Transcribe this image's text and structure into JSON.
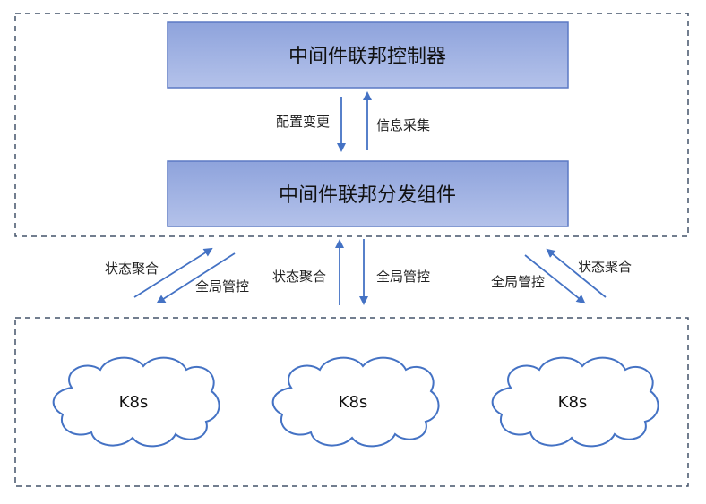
{
  "controller": {
    "label": "中间件联邦控制器"
  },
  "dispatcher": {
    "label": "中间件联邦分发组件"
  },
  "inner_arrows": {
    "down_label": "配置变更",
    "up_label": "信息采集"
  },
  "cross_arrows": {
    "left": {
      "up_label": "状态聚合",
      "down_label": "全局管控"
    },
    "middle": {
      "up_label": "状态聚合",
      "down_label": "全局管控"
    },
    "right": {
      "up_label": "状态聚合",
      "down_label": "全局管控"
    }
  },
  "clusters": [
    {
      "label": "K8s"
    },
    {
      "label": "K8s"
    },
    {
      "label": "K8s"
    }
  ],
  "colors": {
    "box_fill_top": "#8ea3dc",
    "box_fill_bottom": "#b4c2ea",
    "box_stroke": "#5b79c4",
    "arrow": "#4472c4",
    "cloud_stroke": "#4472c4",
    "dashed_border": "#44546a"
  }
}
